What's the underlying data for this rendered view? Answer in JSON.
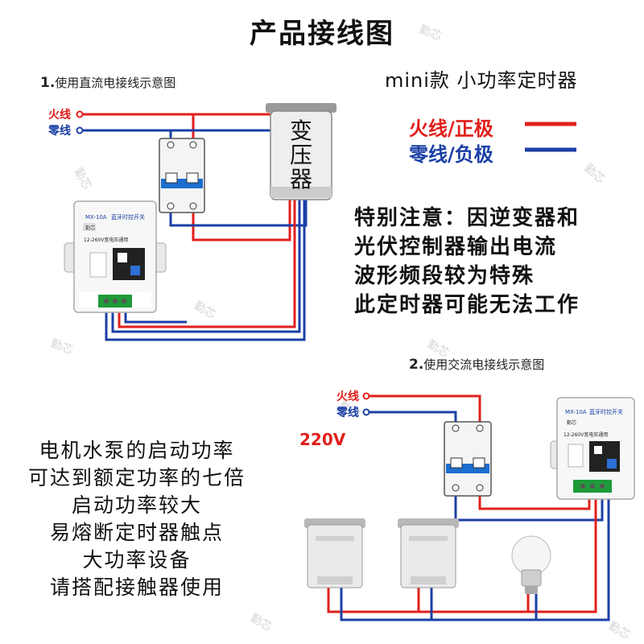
{
  "title": "产品接线图",
  "colors": {
    "live": "#e0201c",
    "neutral": "#1b3fa6",
    "text": "#111111"
  },
  "dc": {
    "number": "1.",
    "label": "使用直流电接线示意图",
    "live_label": "火线",
    "neutral_label": "零线",
    "transformer_label": [
      "变",
      "压",
      "器"
    ]
  },
  "product": {
    "name": "mini款 小功率定时器",
    "legend": [
      {
        "text": "火线/正极",
        "color": "#e0201c"
      },
      {
        "text": "零线/负极",
        "color": "#1b3fa6"
      }
    ]
  },
  "notice_lines": [
    "特别注意：因逆变器和",
    "光伏控制器输出电流",
    "波形频段较为特殊",
    "此定时器可能无法工作"
  ],
  "ac": {
    "number": "2.",
    "label": "使用交流电接线示意图",
    "live_label": "火线",
    "neutral_label": "零线",
    "voltage": "220V"
  },
  "motor_lines": [
    "电机水泵的启动功率",
    "可达到额定功率的七倍",
    "启动功率较大",
    "易熔断定时器触点",
    "大功率设备",
    "请搭配接触器使用"
  ],
  "device": {
    "model": "MX-10A",
    "name": "蓝牙时控开关",
    "brand": "勤芯",
    "spec": "12-260V宽电压通用"
  },
  "watermark": "勤芯"
}
